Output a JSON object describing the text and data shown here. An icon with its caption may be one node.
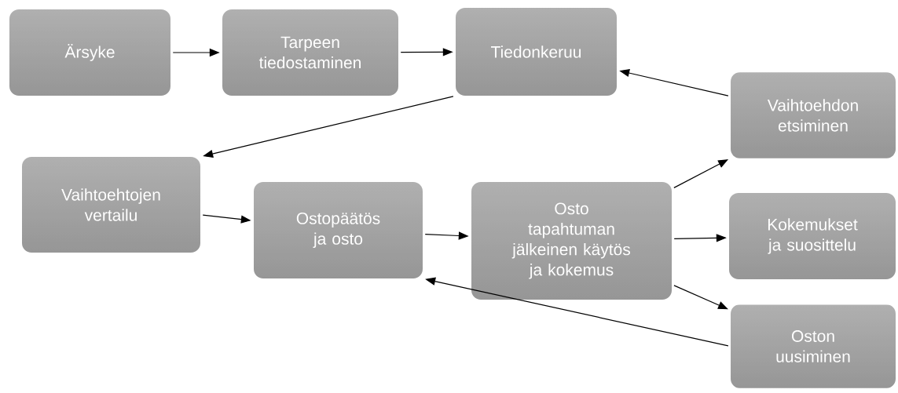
{
  "diagram": {
    "nodes": [
      {
        "text": [
          "Ärsyke"
        ]
      },
      {
        "text": [
          "Tarpeen tiedostaminen"
        ]
      },
      {
        "text": [
          "Tiedonkeruu"
        ]
      },
      {
        "text": [
          "Vaihtoehdon etsiminen"
        ]
      },
      {
        "text": [
          "Vaihtoehtojen vertailu"
        ]
      },
      {
        "text": [
          "Ostopäätös ja osto"
        ]
      },
      {
        "text": [
          "Osto tapahtuman jälkeinen käytös ja kokemus"
        ]
      },
      {
        "text": [
          "Kokemukset ja suosittelu"
        ]
      },
      {
        "text": [
          "Oston uusiminen"
        ]
      }
    ],
    "edges": [
      {
        "from": 0,
        "to": 1,
        "arrow": "to"
      },
      {
        "from": 1,
        "to": 2,
        "arrow": "to"
      },
      {
        "from": 3,
        "to": 2,
        "arrow": "to"
      },
      {
        "from": 2,
        "to": 4,
        "arrow": "to"
      },
      {
        "from": 4,
        "to": 5,
        "arrow": "to"
      },
      {
        "from": 5,
        "to": 6,
        "arrow": "to"
      },
      {
        "from": 6,
        "to": 3,
        "arrow": "to"
      },
      {
        "from": 6,
        "to": 7,
        "arrow": "to"
      },
      {
        "from": 6,
        "to": 8,
        "arrow": "to"
      },
      {
        "from": 8,
        "to": 5,
        "arrow": "to"
      }
    ]
  }
}
